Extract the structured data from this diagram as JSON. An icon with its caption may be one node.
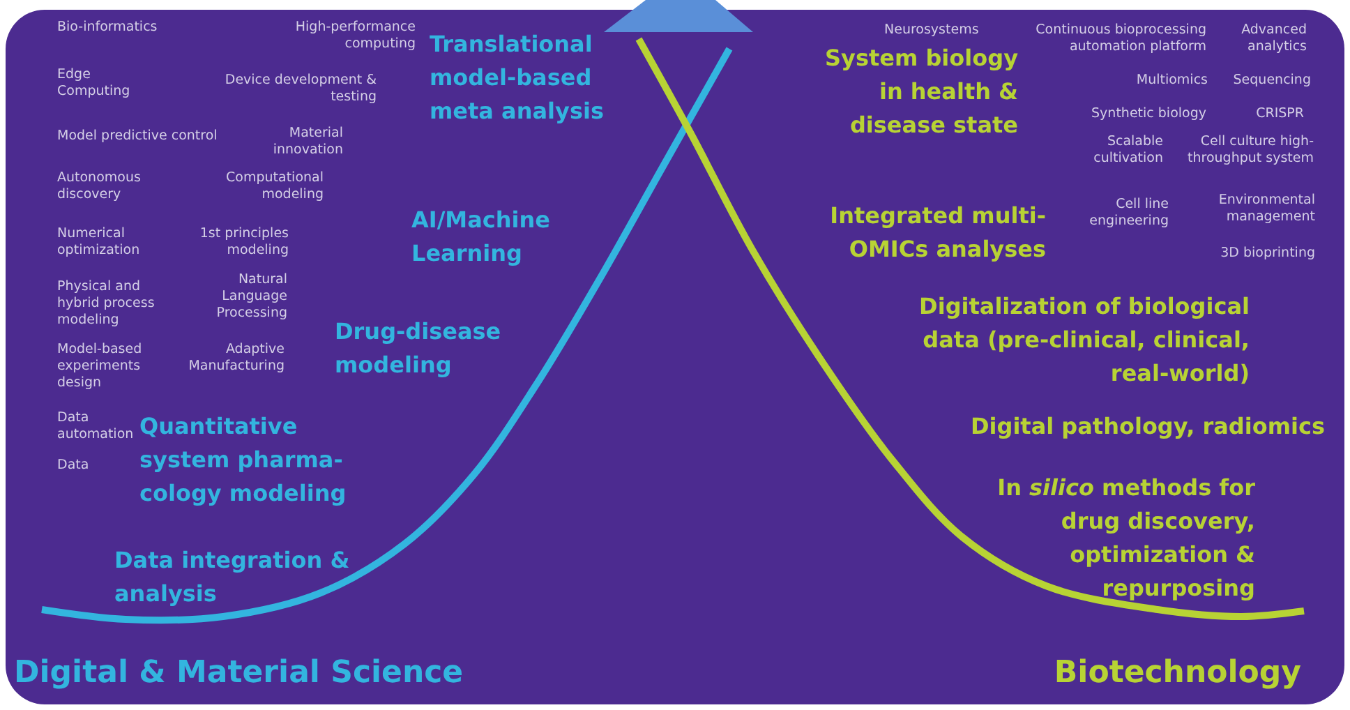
{
  "diagram": {
    "nodes": [
      {
        "text": [],
        "shape": "triangle"
      }
    ],
    "labels": [
      "Bio-informatics",
      "High-performance computing",
      "Translational model-based meta analysis",
      "Neurosystems",
      "Continuous bioprocessing automation platform",
      "Advanced analytics",
      "System biology in health & disease state",
      "Edge Computing",
      "Device development & testing",
      "Multiomics",
      "Sequencing",
      "Synthetic biology",
      "CRISPR",
      "Model predictive control",
      "Material innovation",
      "Scalable cultivation",
      "Cell culture high-throughput system",
      "Autonomous discovery",
      "Computational modeling",
      "Cell line engineering",
      "Environmental management",
      "AI/Machine Learning",
      "Integrated multi-OMICs analyses",
      "Numerical optimization",
      "1st principles modeling",
      "3D bioprinting",
      "Physical and hybrid process modeling",
      "Natural Language Processing",
      "Drug-disease modeling",
      "Digitalization of biological data (pre-clinical, clinical, real-world)",
      "Model-based experiments design",
      "Adaptive Manufacturing",
      "Data automation",
      "Quantitative system pharma-cology modeling",
      "Digital pathology, radiomics",
      "Data",
      "In *silico* methods for drug discovery, optimization & repurposing",
      "Data integration & analysis",
      "Digital & Material Science",
      "Biotechnology"
    ]
  }
}
